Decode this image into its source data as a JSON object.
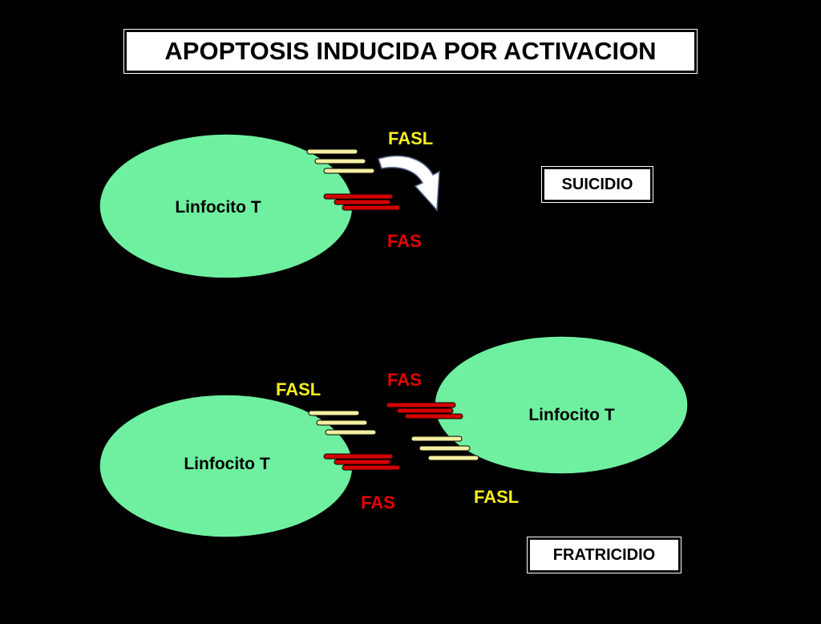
{
  "title": "APOPTOSIS INDUCIDA POR ACTIVACION",
  "colors": {
    "background": "#000000",
    "cell": "#6ff0a0",
    "fasl": "#f4eea0",
    "fas": "#d40000",
    "fasl_text": "#f8ee20",
    "fas_text": "#e80000"
  },
  "suicide": {
    "cell_label": "Linfocito T",
    "fasl_label": "FASL",
    "fas_label": "FAS",
    "tag": "SUICIDIO"
  },
  "fratricide": {
    "left_cell_label": "Linfocito T",
    "right_cell_label": "Linfocito T",
    "left_fasl_label": "FASL",
    "left_fas_label": "FAS",
    "right_fas_label": "FAS",
    "right_fasl_label": "FASL",
    "tag": "FRATRICIDIO"
  }
}
